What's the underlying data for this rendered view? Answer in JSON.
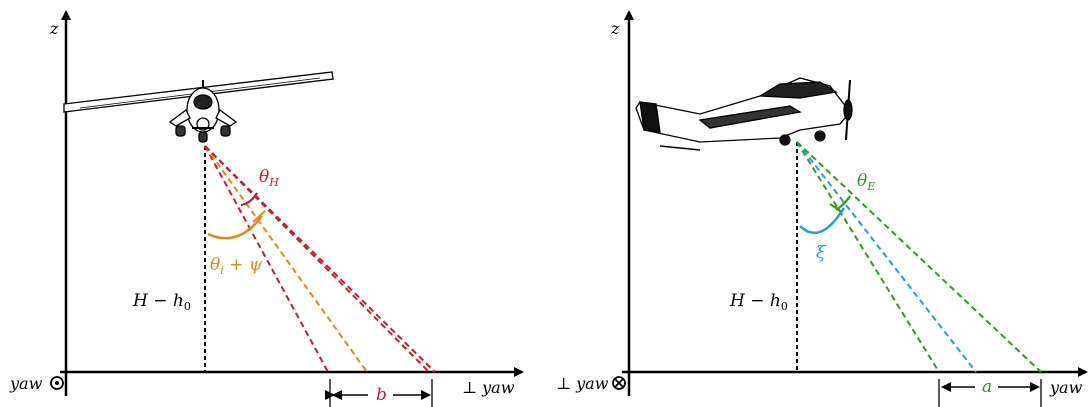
{
  "colors": {
    "red": "#d0182b",
    "orange": "#e08a10",
    "green": "#2e9a1f",
    "blue": "#1e9ee0",
    "black": "#000000"
  },
  "left_panel": {
    "z_label": "z",
    "x_label": "⊥ yaw",
    "origin_label": "yaw",
    "origin_symbol": "dot-circle",
    "height_label": "H − h",
    "height_sub": "0",
    "theta_label": "θ",
    "theta_sub": "H",
    "angle_label": "θ",
    "angle_sub": "i",
    "angle_suffix": " + ψ",
    "width_label": "b"
  },
  "right_panel": {
    "z_label": "z",
    "x_label": "yaw",
    "origin_label": "⊥ yaw",
    "origin_symbol": "cross-circle",
    "height_label": "H − h",
    "height_sub": "0",
    "theta_label": "θ",
    "theta_sub": "E",
    "xi_label": "ξ",
    "width_label": "a"
  }
}
